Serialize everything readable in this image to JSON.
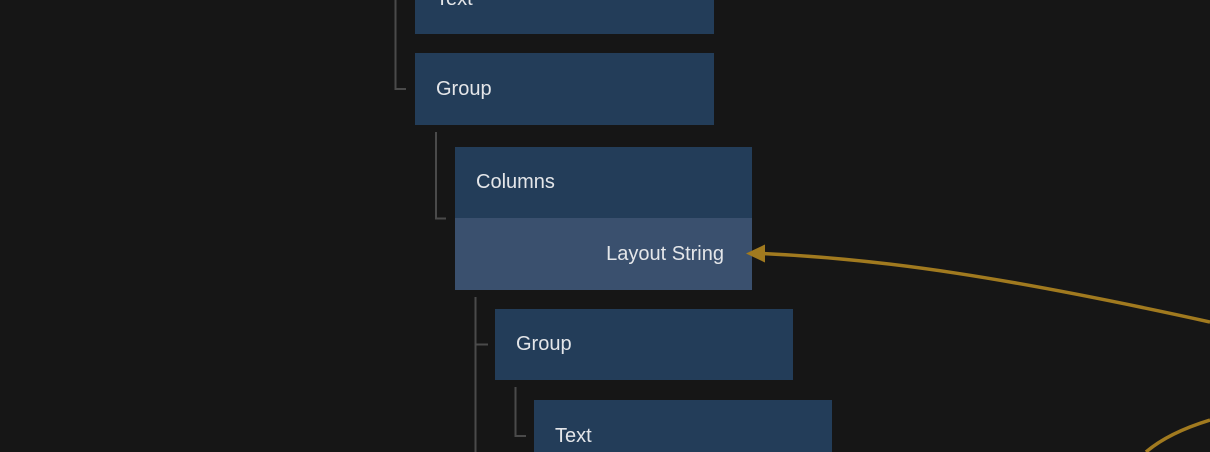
{
  "canvas": {
    "type": "node-graph-tree",
    "background": "#161616",
    "colors": {
      "node_fill": "#233d59",
      "port_row_fill": "#3a506e",
      "label_text": "#e4e6e9",
      "tree_connector": "#4a4a4a",
      "edge_accent": "#a17a1f"
    }
  },
  "nodes": [
    {
      "id": "text-1",
      "label": "Text",
      "depth": 0,
      "clipped": "top"
    },
    {
      "id": "group-1",
      "label": "Group",
      "depth": 0
    },
    {
      "id": "columns-1",
      "label": "Columns",
      "depth": 1,
      "port_label": "Layout String",
      "port_selected": true
    },
    {
      "id": "group-2",
      "label": "Group",
      "depth": 2
    },
    {
      "id": "text-2",
      "label": "Text",
      "depth": 3,
      "clipped": "bottom"
    }
  ],
  "edges": [
    {
      "id": "edge-into-layout-string",
      "target_port": "Layout String",
      "direction": "from-right",
      "has_arrowhead": true
    },
    {
      "id": "edge-bottom-right",
      "target_port": "",
      "direction": "bottom-right-corner",
      "has_arrowhead": false
    }
  ]
}
